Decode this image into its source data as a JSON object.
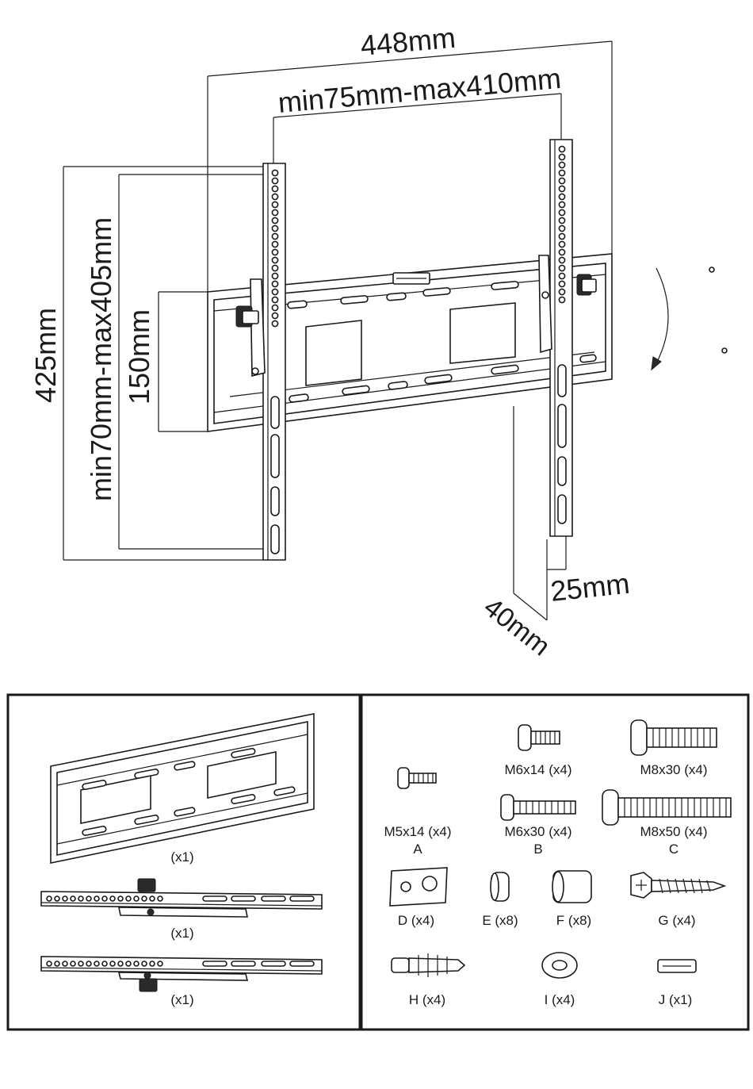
{
  "dimensions": {
    "total_width": "448mm",
    "vesa_horizontal": "min75mm-max410mm",
    "total_height": "425mm",
    "vesa_vertical": "min70mm-max405mm",
    "plate_height": "150mm",
    "depth": "40mm",
    "arm_width": "25mm"
  },
  "components": {
    "wall_plate_qty": "(x1)",
    "left_arm_qty": "(x1)",
    "right_arm_qty": "(x1)"
  },
  "hardware": {
    "m5x14": "M5x14 (x4)",
    "group_a": "A",
    "m6x14": "M6x14 (x4)",
    "m6x30": "M6x30 (x4)",
    "group_b": "B",
    "m8x30": "M8x30 (x4)",
    "m8x50": "M8x50 (x4)",
    "group_c": "C",
    "d": "D (x4)",
    "e": "E (x8)",
    "f": "F (x8)",
    "g": "G (x4)",
    "h": "H (x4)",
    "i": "I (x4)",
    "j": "J (x1)"
  }
}
